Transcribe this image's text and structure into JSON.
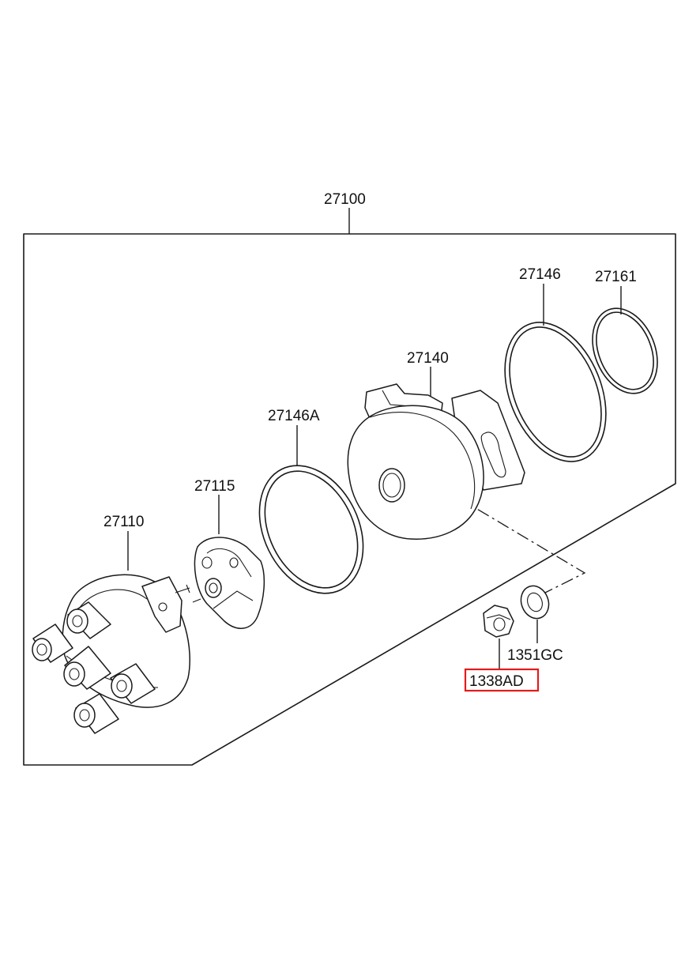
{
  "diagram": {
    "highlight_color": "#e21b1b",
    "line_color": "#1a1a1a",
    "parts": {
      "assembly": "27100",
      "cap": "27110",
      "rotor": "27115",
      "gasket_a": "27146A",
      "housing": "27140",
      "gasket": "27146",
      "oring": "27161",
      "washer": "1351GC",
      "nut": "1338AD"
    },
    "highlighted_part": "1338AD"
  }
}
